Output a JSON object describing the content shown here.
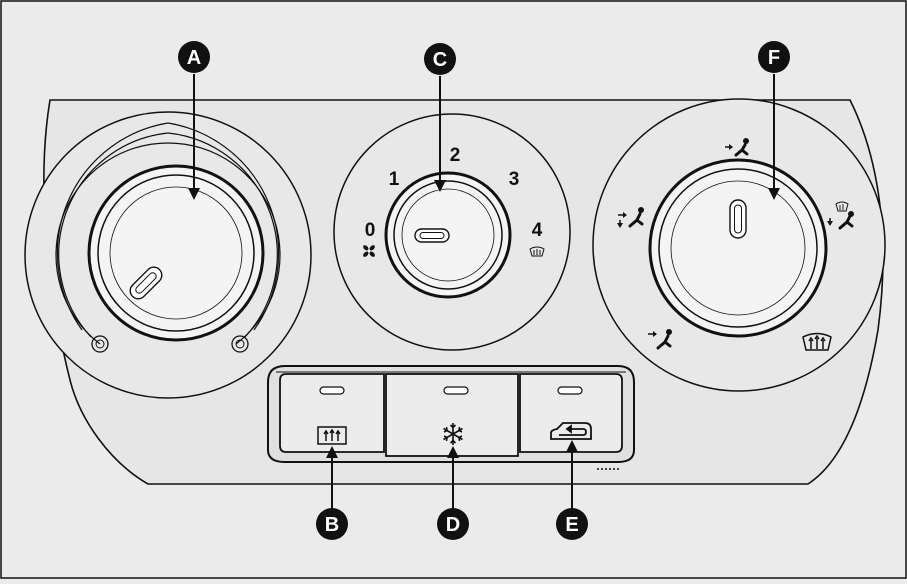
{
  "callouts": {
    "a": "A",
    "b": "B",
    "c": "C",
    "d": "D",
    "e": "E",
    "f": "F"
  },
  "fan_speed_labels": {
    "s0": "0",
    "s1": "1",
    "s2": "2",
    "s3": "3",
    "s4": "4"
  },
  "colors": {
    "background": "#ebebeb",
    "panel_fill": "#e6e6e6",
    "line": "#111111",
    "knob_fill": "#f4f4f4",
    "callout_fill": "#111111",
    "callout_text": "#ffffff"
  },
  "icons": {
    "fan_zero": "fan-icon",
    "fan_max": "windshield-defrost-icon",
    "button_left": "rear-window-defrost-icon",
    "button_middle": "air-conditioning-snowflake-icon",
    "button_right": "air-recirculation-icon",
    "dist_top": "airflow-face-icon",
    "dist_left": "airflow-face-feet-icon",
    "dist_bottom_left": "airflow-feet-icon",
    "dist_right": "airflow-feet-defrost-icon",
    "dist_bottom_right": "windshield-defrost-icon"
  }
}
